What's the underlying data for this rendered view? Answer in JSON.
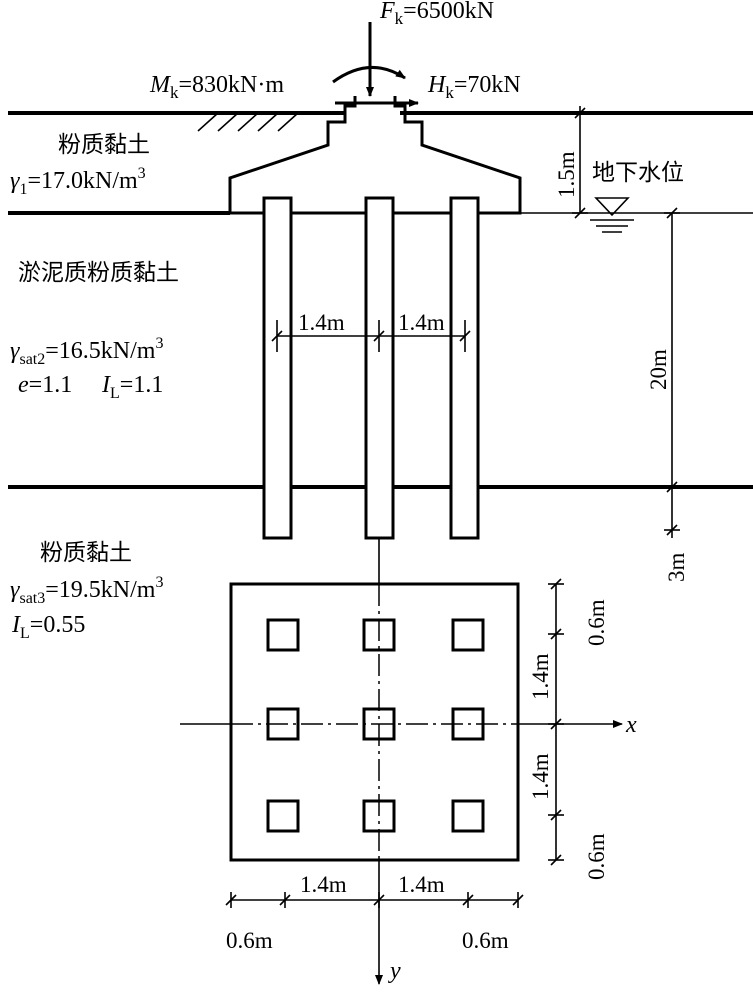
{
  "loads": {
    "F_k": "=6500kN",
    "M_k": "=830kN·m",
    "H_k": "=70kN",
    "F_symbol": "F",
    "M_symbol": "M",
    "H_symbol": "H",
    "k_subscript": "k"
  },
  "layers": {
    "layer1": {
      "name": "粉质黏土",
      "gamma_symbol": "γ",
      "gamma_sub": "1",
      "gamma_value": "=17.0kN/m",
      "gamma_exp": "3"
    },
    "layer2": {
      "name": "淤泥质粉质黏土",
      "gamma_symbol": "γ",
      "gamma_sub": "sat2",
      "gamma_value": "=16.5kN/m",
      "gamma_exp": "3",
      "e_symbol": "e",
      "e_value": "=1.1",
      "IL_symbol": "I",
      "IL_sub": "L",
      "IL_value": "=1.1"
    },
    "layer3": {
      "name": "粉质黏土",
      "gamma_symbol": "γ",
      "gamma_sub": "sat3",
      "gamma_value": "=19.5kN/m",
      "gamma_exp": "3",
      "IL_symbol": "I",
      "IL_sub": "L",
      "IL_value": "=0.55"
    }
  },
  "water_table": {
    "label": "地下水位"
  },
  "dimensions": {
    "cap_depth": "1.5m",
    "soft_layer_thickness": "20m",
    "pile_into_bearing": "3m",
    "pile_spacing_left": "1.4m",
    "pile_spacing_right": "1.4m",
    "plan_edge_top": "0.6m",
    "plan_spacing_upper": "1.4m",
    "plan_spacing_lower": "1.4m",
    "plan_edge_bottom": "0.6m",
    "plan_edge_left": "0.6m",
    "plan_spacing_left": "1.4m",
    "plan_spacing_right": "1.4m",
    "plan_edge_right": "0.6m"
  },
  "axes": {
    "x": "x",
    "y": "y"
  }
}
